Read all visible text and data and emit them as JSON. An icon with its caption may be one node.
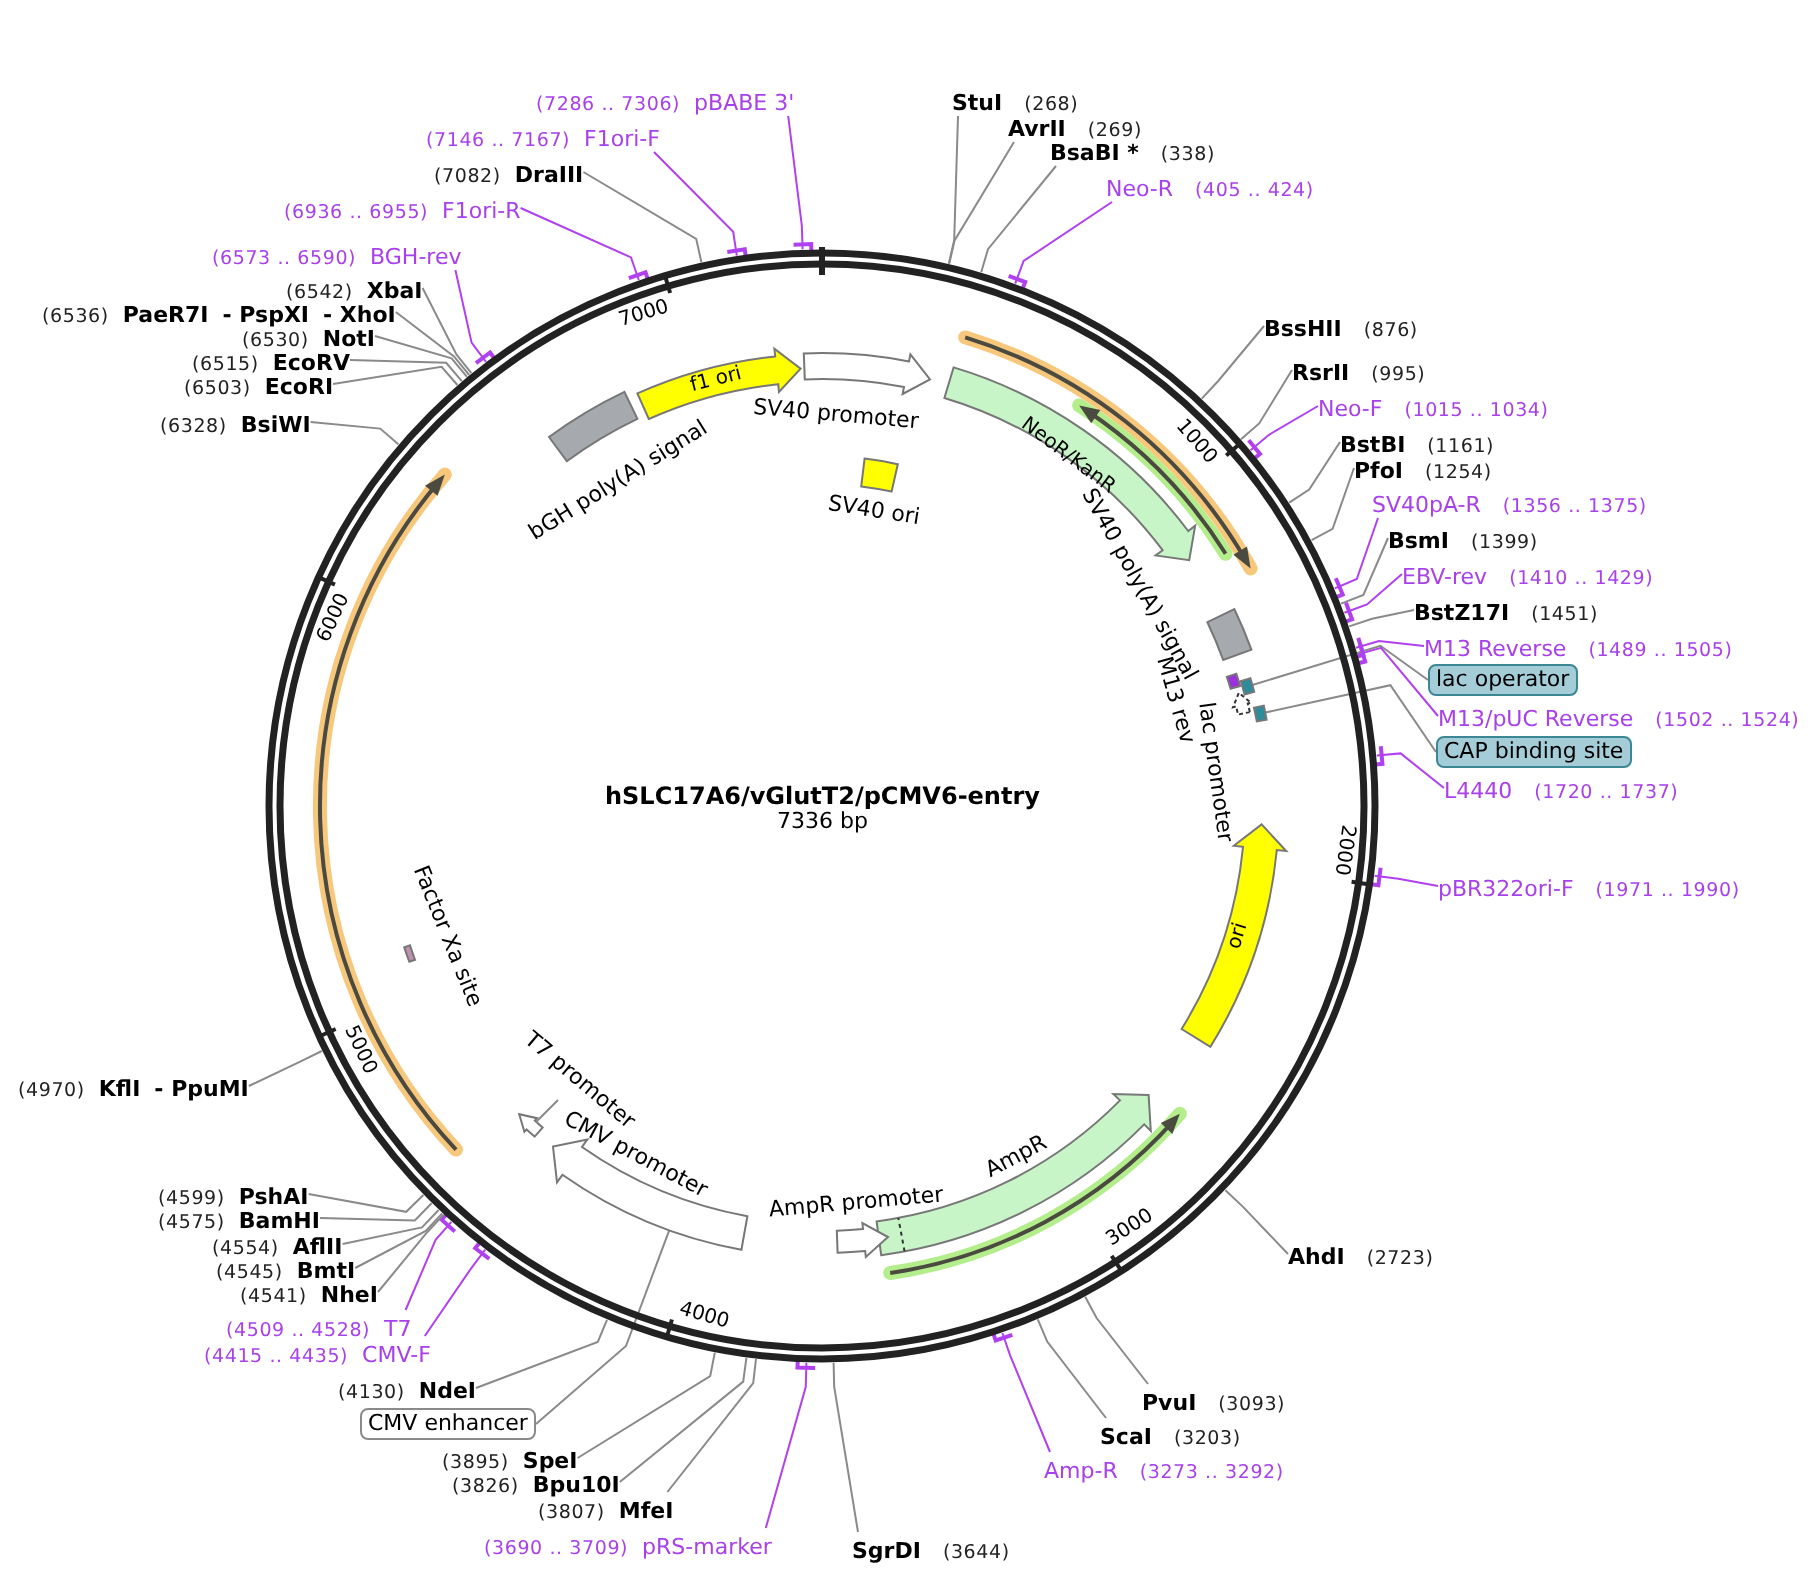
{
  "diagram": {
    "title": "hSLC17A6/vGlutT2/pCMV6-entry",
    "nodes": [
      {
        "text": [],
        "shape": "circle"
      },
      {
        "text": [
          "f1 ori"
        ],
        "in": 0
      },
      {
        "text": [
          "SV40 promoter"
        ],
        "in": 0
      },
      {
        "text": [
          "SV40 ori"
        ],
        "in": 0
      },
      {
        "text": [
          "bGH poly(A) signal"
        ],
        "in": 0
      },
      {
        "text": [
          "NeoR/KanR"
        ],
        "in": 0
      },
      {
        "text": [
          "SV40 poly(A) signal"
        ],
        "in": 0
      },
      {
        "text": [
          "M13 rev"
        ],
        "in": 0
      },
      {
        "text": [],
        "shape": "box",
        "in": 0
      },
      {
        "text": [
          "lac promoter"
        ],
        "in": 0
      },
      {
        "text": [],
        "shape": "box",
        "in": 0
      },
      {
        "text": [
          "ori"
        ],
        "in": 0
      },
      {
        "text": [
          "AmpR"
        ],
        "in": 0
      },
      {
        "text": [
          "AmpR promoter"
        ],
        "in": 0
      },
      {
        "text": [
          "CMV promoter"
        ],
        "in": 0
      },
      {
        "text": [
          "T7 promoter"
        ],
        "in": 0
      },
      {
        "text": [
          "Factor Xa site"
        ],
        "in": 0
      },
      {
        "text": [
          "StuI",
          "(268)"
        ]
      },
      {
        "text": [
          "AvrII",
          "(269)"
        ]
      },
      {
        "text": [
          "BsaBI *",
          "(338)"
        ]
      },
      {
        "text": [
          "Neo-R",
          "(405 .. 424)"
        ]
      },
      {
        "text": [
          "BssHII",
          "(876)"
        ]
      },
      {
        "text": [
          "RsrII",
          "(995)"
        ]
      },
      {
        "text": [
          "Neo-F",
          "(1015 .. 1034)"
        ]
      },
      {
        "text": [
          "BstBI",
          "(1161)"
        ]
      },
      {
        "text": [
          "PfoI",
          "(1254)"
        ]
      },
      {
        "text": [
          "SV40pA-R",
          "(1356 .. 1375)"
        ]
      },
      {
        "text": [
          "BsmI",
          "(1399)"
        ]
      },
      {
        "text": [
          "EBV-rev",
          "(1410 .. 1429)"
        ]
      },
      {
        "text": [
          "BstZ17I",
          "(1451)"
        ]
      },
      {
        "text": [
          "M13 Reverse",
          "(1489 .. 1505)"
        ]
      },
      {
        "text": [
          "lac operator"
        ]
      },
      {
        "text": [
          "M13/pUC Reverse",
          "(1502 .. 1524)"
        ]
      },
      {
        "text": [
          "CAP binding site"
        ]
      },
      {
        "text": [
          "L4440",
          "(1720 .. 1737)"
        ]
      },
      {
        "text": [
          "pBR322ori-F",
          "(1971 .. 1990)"
        ]
      },
      {
        "text": [
          "AhdI",
          "(2723)"
        ]
      },
      {
        "text": [
          "PvuI",
          "(3093)"
        ]
      },
      {
        "text": [
          "ScaI",
          "(3203)"
        ]
      },
      {
        "text": [
          "Amp-R",
          "(3273 .. 3292)"
        ]
      },
      {
        "text": [
          "SgrDI",
          "(3644)"
        ]
      },
      {
        "text": [
          "(3690 .. 3709)",
          "pRS-marker"
        ]
      },
      {
        "text": [
          "(3807)",
          "MfeI"
        ]
      },
      {
        "text": [
          "(3826)",
          "Bpu10I"
        ]
      },
      {
        "text": [
          "(3895)",
          "SpeI"
        ]
      },
      {
        "text": [
          "CMV enhancer"
        ]
      },
      {
        "text": [
          "(4130)",
          "NdeI"
        ]
      },
      {
        "text": [
          "(4415 .. 4435)",
          "CMV-F"
        ]
      },
      {
        "text": [
          "(4509 .. 4528)",
          "T7"
        ]
      },
      {
        "text": [
          "(4541)",
          "NheI"
        ]
      },
      {
        "text": [
          "(4545)",
          "BmtI"
        ]
      },
      {
        "text": [
          "(4554)",
          "AflII"
        ]
      },
      {
        "text": [
          "(4575)",
          "BamHI"
        ]
      },
      {
        "text": [
          "(4599)",
          "PshAI"
        ]
      },
      {
        "text": [
          "(4970)",
          "KflI",
          "- PpuMI"
        ]
      },
      {
        "text": [
          "(6328)",
          "BsiWI"
        ]
      },
      {
        "text": [
          "(6503)",
          "EcoRI"
        ]
      },
      {
        "text": [
          "(6515)",
          "EcoRV"
        ]
      },
      {
        "text": [
          "(6530)",
          "NotI"
        ]
      },
      {
        "text": [
          "(6536)",
          "PaeR7I",
          "- PspXI",
          "- XhoI"
        ]
      },
      {
        "text": [
          "(6542)",
          "XbaI"
        ]
      },
      {
        "text": [
          "(6573 .. 6590)",
          "BGH-rev"
        ]
      },
      {
        "text": [
          "(6936 .. 6955)",
          "F1ori-R"
        ]
      },
      {
        "text": [
          "(7082)",
          "DraIII"
        ]
      },
      {
        "text": [
          "(7146 .. 7167)",
          "F1ori-F"
        ]
      },
      {
        "text": [
          "(7286 .. 7306)",
          "pBABE 3'"
        ]
      }
    ],
    "edges": [
      {
        "from": 17,
        "to": 0,
        "arrow": "none"
      },
      {
        "from": 18,
        "to": 0,
        "arrow": "none"
      },
      {
        "from": 19,
        "to": 0,
        "arrow": "none"
      },
      {
        "from": 20,
        "to": 0,
        "arrow": "none",
        "color": "#b040f0"
      },
      {
        "from": 21,
        "to": 0,
        "arrow": "none"
      },
      {
        "from": 22,
        "to": 0,
        "arrow": "none"
      },
      {
        "from": 23,
        "to": 0,
        "arrow": "none",
        "color": "#b040f0"
      },
      {
        "from": 24,
        "to": 0,
        "arrow": "none"
      },
      {
        "from": 25,
        "to": 0,
        "arrow": "none"
      },
      {
        "from": 26,
        "to": 0,
        "arrow": "none",
        "color": "#b040f0"
      },
      {
        "from": 27,
        "to": 0,
        "arrow": "none"
      },
      {
        "from": 28,
        "to": 0,
        "arrow": "none",
        "color": "#b040f0"
      },
      {
        "from": 29,
        "to": 0,
        "arrow": "none"
      },
      {
        "from": 30,
        "to": 0,
        "arrow": "none",
        "color": "#b040f0"
      },
      {
        "from": 31,
        "to": 8,
        "arrow": "none"
      },
      {
        "from": 32,
        "to": 0,
        "arrow": "none",
        "color": "#b040f0"
      },
      {
        "from": 33,
        "to": 10,
        "arrow": "none"
      },
      {
        "from": 34,
        "to": 0,
        "arrow": "none",
        "color": "#b040f0"
      },
      {
        "from": 35,
        "to": 0,
        "arrow": "none",
        "color": "#b040f0"
      },
      {
        "from": 36,
        "to": 0,
        "arrow": "none"
      },
      {
        "from": 37,
        "to": 0,
        "arrow": "none"
      },
      {
        "from": 38,
        "to": 0,
        "arrow": "none"
      },
      {
        "from": 39,
        "to": 0,
        "arrow": "none",
        "color": "#b040f0"
      },
      {
        "from": 40,
        "to": 0,
        "arrow": "none"
      },
      {
        "from": 41,
        "to": 0,
        "arrow": "none",
        "color": "#b040f0"
      },
      {
        "from": 42,
        "to": 0,
        "arrow": "none"
      },
      {
        "from": 43,
        "to": 0,
        "arrow": "none"
      },
      {
        "from": 44,
        "to": 0,
        "arrow": "none"
      },
      {
        "from": 45,
        "to": 14,
        "arrow": "none"
      },
      {
        "from": 46,
        "to": 0,
        "arrow": "none"
      },
      {
        "from": 47,
        "to": 0,
        "arrow": "none",
        "color": "#b040f0"
      },
      {
        "from": 48,
        "to": 0,
        "arrow": "none",
        "color": "#b040f0"
      },
      {
        "from": 49,
        "to": 0,
        "arrow": "none"
      },
      {
        "from": 50,
        "to": 0,
        "arrow": "none"
      },
      {
        "from": 51,
        "to": 0,
        "arrow": "none"
      },
      {
        "from": 52,
        "to": 0,
        "arrow": "none"
      },
      {
        "from": 53,
        "to": 0,
        "arrow": "none"
      },
      {
        "from": 54,
        "to": 0,
        "arrow": "none"
      },
      {
        "from": 55,
        "to": 0,
        "arrow": "none"
      },
      {
        "from": 56,
        "to": 0,
        "arrow": "none"
      },
      {
        "from": 57,
        "to": 0,
        "arrow": "none"
      },
      {
        "from": 58,
        "to": 0,
        "arrow": "none"
      },
      {
        "from": 59,
        "to": 0,
        "arrow": "none"
      },
      {
        "from": 60,
        "to": 0,
        "arrow": "none"
      },
      {
        "from": 61,
        "to": 0,
        "arrow": "none",
        "color": "#b040f0"
      },
      {
        "from": 62,
        "to": 0,
        "arrow": "none",
        "color": "#b040f0"
      },
      {
        "from": 63,
        "to": 0,
        "arrow": "none"
      },
      {
        "from": 64,
        "to": 0,
        "arrow": "none",
        "color": "#b040f0"
      },
      {
        "from": 65,
        "to": 0,
        "arrow": "none",
        "color": "#b040f0"
      }
    ],
    "labels": [
      "7336 bp",
      "1000",
      "2000",
      "3000",
      "4000",
      "5000",
      "6000",
      "7000"
    ]
  }
}
